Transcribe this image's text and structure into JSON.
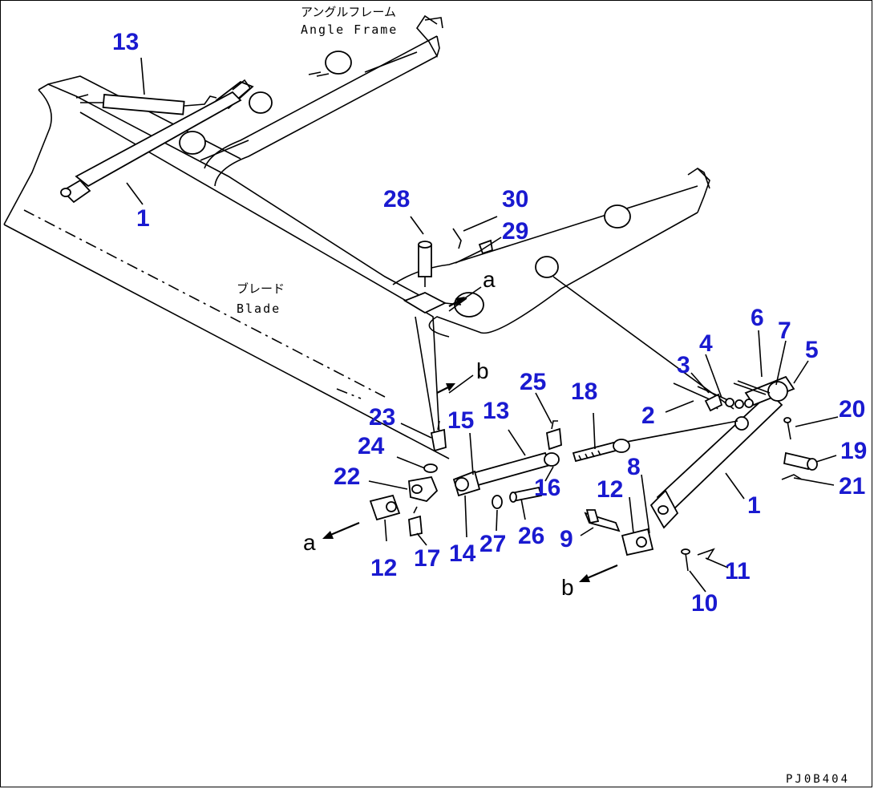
{
  "frame_labels": {
    "angle_frame_jp": "アングルフレーム",
    "angle_frame_en": "Angle Frame",
    "blade_jp": "ブレード",
    "blade_en": "Blade"
  },
  "drawing_code": "PJ0B404",
  "callouts": [
    {
      "id": "c13a",
      "text": "13"
    },
    {
      "id": "c1a",
      "text": "1"
    },
    {
      "id": "c28",
      "text": "28"
    },
    {
      "id": "c30",
      "text": "30"
    },
    {
      "id": "c29",
      "text": "29"
    },
    {
      "id": "c6",
      "text": "6"
    },
    {
      "id": "c4",
      "text": "4"
    },
    {
      "id": "c7",
      "text": "7"
    },
    {
      "id": "c5",
      "text": "5"
    },
    {
      "id": "c3",
      "text": "3"
    },
    {
      "id": "c2",
      "text": "2"
    },
    {
      "id": "c20",
      "text": "20"
    },
    {
      "id": "c19",
      "text": "19"
    },
    {
      "id": "c21",
      "text": "21"
    },
    {
      "id": "c1b",
      "text": "1"
    },
    {
      "id": "c18",
      "text": "18"
    },
    {
      "id": "c25",
      "text": "25"
    },
    {
      "id": "c13b",
      "text": "13"
    },
    {
      "id": "c15",
      "text": "15"
    },
    {
      "id": "c23",
      "text": "23"
    },
    {
      "id": "c24",
      "text": "24"
    },
    {
      "id": "c22",
      "text": "22"
    },
    {
      "id": "c16",
      "text": "16"
    },
    {
      "id": "c8",
      "text": "8"
    },
    {
      "id": "c12a",
      "text": "12"
    },
    {
      "id": "c12b",
      "text": "12"
    },
    {
      "id": "c26",
      "text": "26"
    },
    {
      "id": "c27",
      "text": "27"
    },
    {
      "id": "c14",
      "text": "14"
    },
    {
      "id": "c17",
      "text": "17"
    },
    {
      "id": "c9",
      "text": "9"
    },
    {
      "id": "c11",
      "text": "11"
    },
    {
      "id": "c10",
      "text": "10"
    }
  ],
  "refs": [
    {
      "id": "ra1",
      "text": "a"
    },
    {
      "id": "rb1",
      "text": "b"
    },
    {
      "id": "ra2",
      "text": "a"
    },
    {
      "id": "rb2",
      "text": "b"
    }
  ]
}
